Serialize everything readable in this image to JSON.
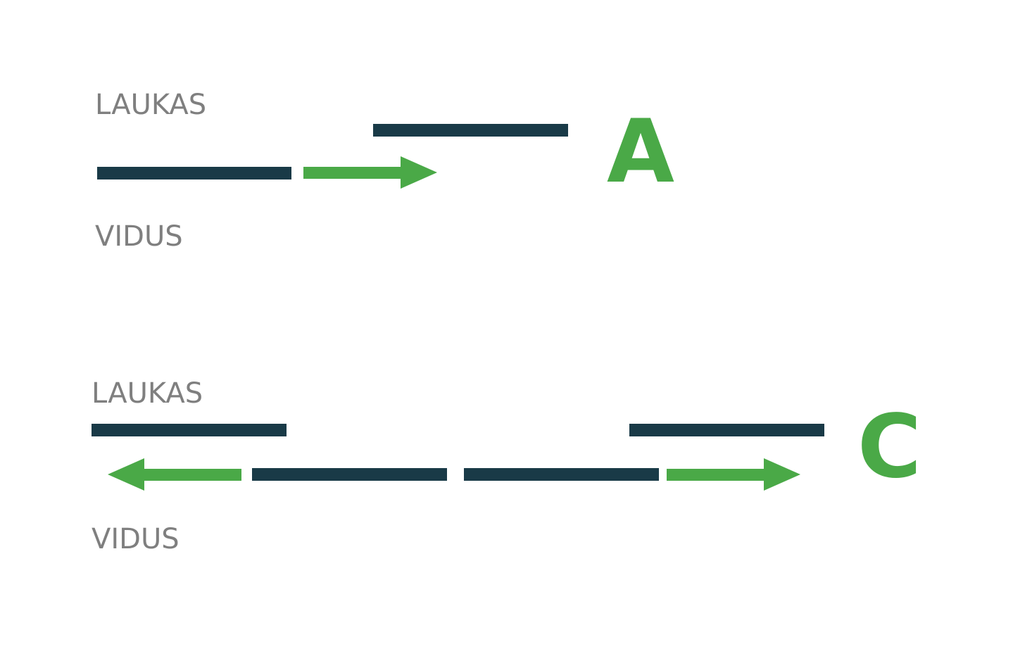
{
  "colors": {
    "bar": "#193a47",
    "arrow": "#4aa947",
    "label": "#7f7f7f",
    "background": "#ffffff"
  },
  "panel_a": {
    "top_label": "LAUKAS",
    "bottom_label": "VIDUS",
    "letter": "A"
  },
  "panel_c": {
    "top_label": "LAUKAS",
    "bottom_label": "VIDUS",
    "letter": "C"
  }
}
